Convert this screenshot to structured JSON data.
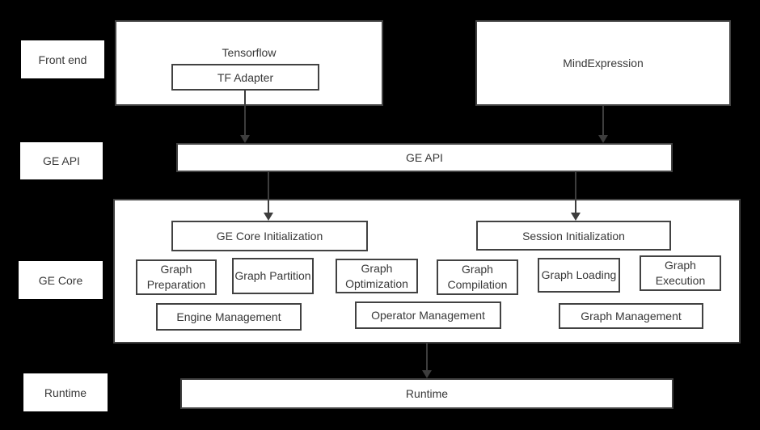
{
  "theme": {
    "background": "#000000",
    "box_bg": "#ffffff",
    "border_color": "#424242",
    "text_color": "#383838",
    "arrow_color": "#3d3d3d"
  },
  "row_labels": [
    {
      "id": "front-end",
      "label": "Front end"
    },
    {
      "id": "ge-api",
      "label": "GE API"
    },
    {
      "id": "ge-core",
      "label": "GE Core"
    },
    {
      "id": "runtime",
      "label": "Runtime"
    }
  ],
  "front_end": {
    "tensorflow": {
      "title": "Tensorflow",
      "adapter": "TF Adapter"
    },
    "mindexpression": {
      "title": "MindExpression"
    }
  },
  "ge_api": {
    "label": "GE API"
  },
  "ge_core": {
    "init_boxes": [
      "GE Core Initialization",
      "Session Initialization"
    ],
    "modules": [
      "Graph Preparation",
      "Graph Partition",
      "Graph Optimization",
      "Graph Compilation",
      "Graph Loading",
      "Graph Execution"
    ],
    "management": [
      "Engine Management",
      "Operator Management",
      "Graph Management"
    ]
  },
  "runtime": {
    "label": "Runtime"
  }
}
